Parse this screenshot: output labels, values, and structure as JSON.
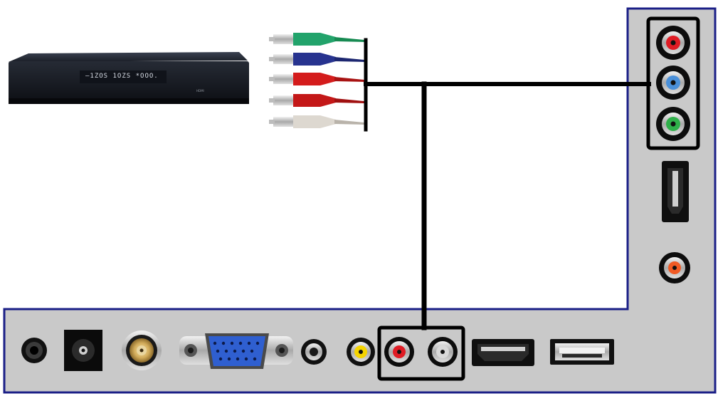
{
  "set_top_box": {
    "display_text": "—1ZOS 1OZS  *OOO.",
    "brand_text": "HDMI"
  },
  "component_cable": {
    "plugs": [
      {
        "name": "green",
        "color": "#22a36b"
      },
      {
        "name": "blue",
        "color": "#27338f"
      },
      {
        "name": "red",
        "color": "#d41c1c"
      },
      {
        "name": "red",
        "color": "#c41818"
      },
      {
        "name": "white",
        "color": "#ddd8d0"
      }
    ]
  },
  "tv_side_panel": {
    "component_jacks": [
      {
        "name": "red",
        "color": "#e01b24"
      },
      {
        "name": "blue",
        "color": "#4a90d9"
      },
      {
        "name": "green",
        "color": "#2fb04a"
      }
    ],
    "extra_jack_color": "#f05a24"
  },
  "tv_bottom_panel": {
    "av_jacks": [
      {
        "name": "video",
        "color": "#f5d400"
      },
      {
        "name": "audio-right",
        "color": "#e01b24"
      },
      {
        "name": "audio-left",
        "color": "#d9d9d9"
      }
    ]
  },
  "colors": {
    "panel_fill": "#c9c9c9",
    "panel_border": "#1b1f87",
    "connection_line": "#000000"
  }
}
